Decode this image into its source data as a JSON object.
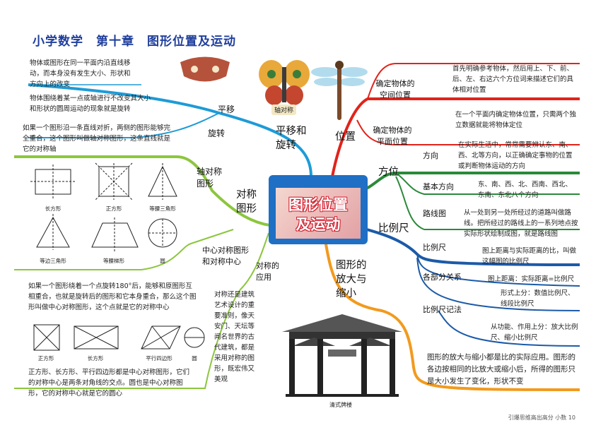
{
  "title": "小学数学　第十章　图形位置及运动",
  "center": {
    "line1": "图形位置",
    "line2": "及运动"
  },
  "branches": {
    "pingyi_xuanzhuan": "平移和旋转",
    "duicheng": "对称图形",
    "fangda": "图形的放大与缩小",
    "weizhi": "位置",
    "fangwei": "方位",
    "bilichi": "比例尺"
  },
  "sub": {
    "pingyi": "平移",
    "xuanzhuan": "旋转",
    "zhouduicheng": "轴对称图形",
    "zhongxin": "中心对称图形和对称中心",
    "yingyong": "对称的应用",
    "kongjian": "确定物体的空间位置",
    "pingmian": "确定物体的平面位置",
    "fangxiang": "方向",
    "jiben": "基本方向",
    "luxian": "路线图",
    "bilichi2": "比例尺",
    "bufen": "各部分关系",
    "jifa": "比例尺记法"
  },
  "notes": {
    "pingyi": "物体或图形在同一平面内沿直线移动，而本身没有发生大小、形状和方向上的改变",
    "xuanzhuan": "物体围绕着某一点或轴进行不改变其大小和形状的圆周运动的现象就是旋转",
    "zhou": "如果一个图形沿一条直线对折，两侧的图形能够完全重合，这个图形叫做轴对称图形，这条直线就是它的对称轴",
    "zhongxin": "如果一个图形绕着一个点旋转180°后，能够和原图形互相重合，也就是旋转后的图形和它本身重合，那么这个图形叫做中心对称图形，这个点就是它的对称中心",
    "zhongxin2": "正方形、长方形、平行四边形都是中心对称图形，它们的对称中心是两条对角线的交点。圆也是中心对称图形，它的对称中心就是它的圆心",
    "yingyong": "对称还是建筑艺术设计的重要准则，像天安门、天坛等闻名世界的古代建筑，都是采用对称的图形，既宏伟又美观",
    "kongjian": "首先明确参考物体，然后用上、下、前、后、左、右这六个方位词来描述它们的具体相对位置",
    "pingmian": "在一个平面内确定物体位置，只需两个独立数据就能将物体定位",
    "fangxiang": "在实际生活中，常常需要辨认东、南、西、北等方向，以正确确定事物的位置或判断物体运动的方向",
    "jiben": "东、南、西、北、西南、西北、东南、东北八个方向",
    "luxian": "从一处到另一处所经过的道路叫做路线。把所经过的路线上的一系列地点按实际形状绘制成图，就是路线图",
    "bilichi": "图上距离与实际距离的比，叫做这幅图的比例尺",
    "bufen": "图上距离：实际距离=比例尺",
    "jifa1": "形式上分：数值比例尺、线段比例尺",
    "jifa2": "从功能、作用上分：放大比例尺、缩小比例尺",
    "fangda": "图形的放大与缩小都是比的实际应用。图形的各边按相同的比放大或缩小后，所得的图形只是大小发生了变化，形状不变"
  },
  "shapes_axial": [
    "长方形",
    "正方形",
    "等腰三角形",
    "等边三角形",
    "等腰梯形",
    "圆"
  ],
  "shapes_central": [
    "正方形",
    "长方形",
    "平行四边形",
    "圆"
  ],
  "image_labels": {
    "butterfly": "轴对称",
    "gate": "清式牌楼"
  },
  "footer": "引爆思维高出高分  小数  10",
  "colors": {
    "title": "#1f3e9c",
    "blue": "#1e9bd7",
    "green": "#8cc63e",
    "red": "#e2231a",
    "orange": "#f29a1d",
    "darkgreen": "#2a8a3a",
    "navy": "#1c5aa8"
  }
}
